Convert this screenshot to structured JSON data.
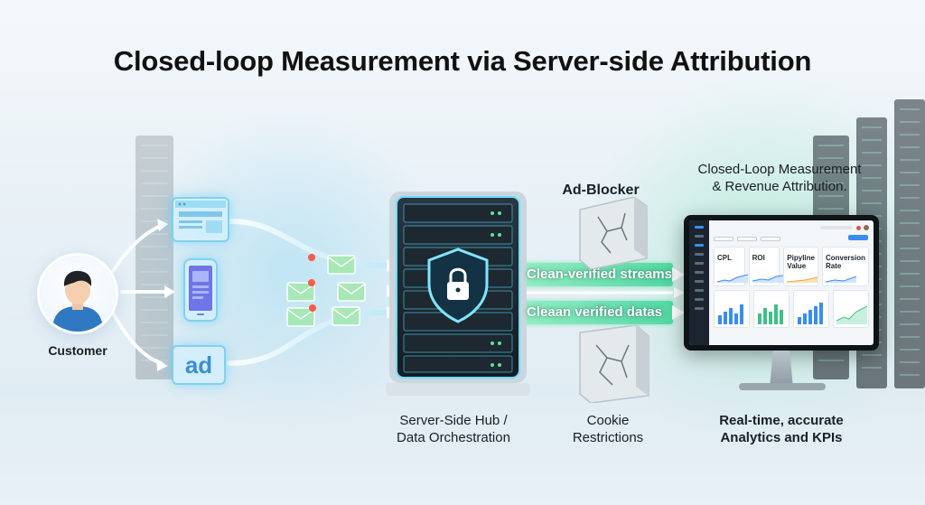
{
  "title": "Closed-loop Measurement via Server-side Attribution",
  "customer": {
    "label": "Customer"
  },
  "channels": {
    "ad_text": "ad"
  },
  "server": {
    "label_line1": "Server-Side Hub /",
    "label_line2": "Data Orchestration"
  },
  "streams": [
    {
      "label": "Clean-verified streams"
    },
    {
      "label": "Cleaan verified datas"
    }
  ],
  "barriers": {
    "ad_blocker": "Ad-Blocker",
    "cookie_line1": "Cookie",
    "cookie_line2": "Restrictions"
  },
  "closed_loop": {
    "line1": "Closed-Loop Measurement",
    "line2": "& Revenue Attribution."
  },
  "kpis": {
    "line1": "Real-time, accurate",
    "line2": "Analytics and KPIs"
  },
  "dashboard": {
    "kpi_tiles": [
      {
        "name": "CPL"
      },
      {
        "name": "ROI"
      },
      {
        "name": "Pipyline Value"
      },
      {
        "name": "Conversion Rate"
      }
    ]
  },
  "colors": {
    "server_glow": "#4fd8ff",
    "stream_green": "#5fe0a0",
    "envelope_green": "#a6e8b6",
    "accent_blue": "#3a8df0"
  }
}
